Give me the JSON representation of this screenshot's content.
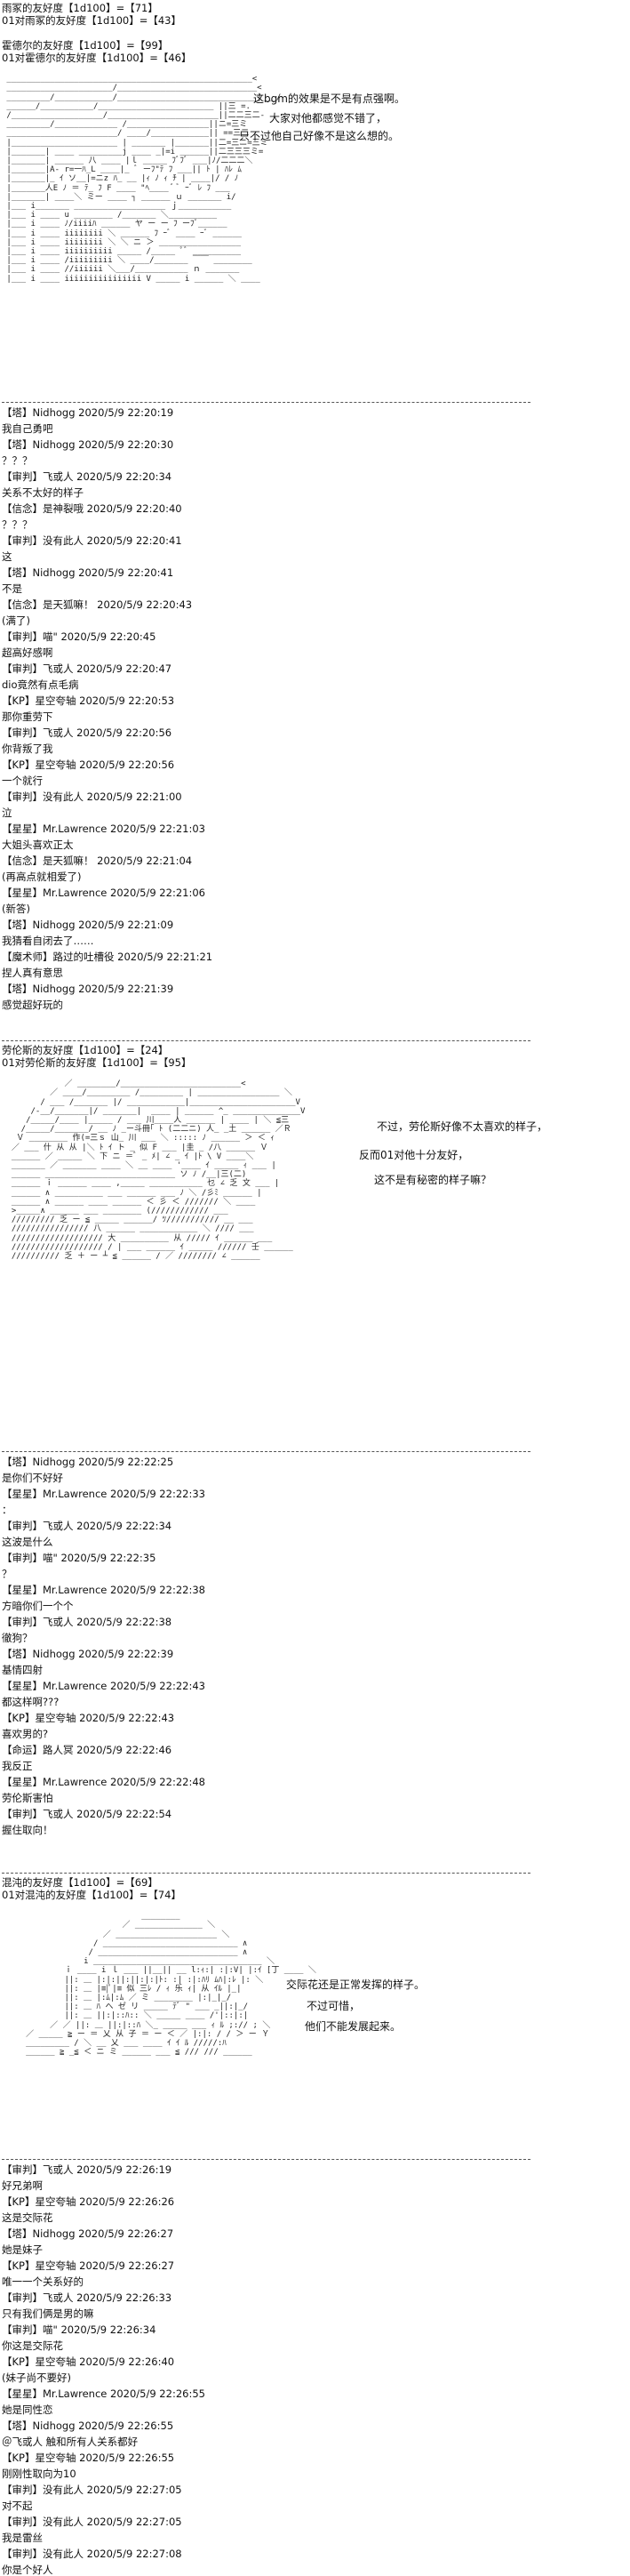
{
  "s1": {
    "header": [
      "雨冢的友好度【1d100】=【71】",
      "01对雨冢的友好度【1d100】=【43】",
      "",
      "霍德尔的友好度【1d100】=【99】",
      "01对霍德尔的友好度【1d100】=【46】"
    ],
    "captions": [
      "这bgm的效果是不是有点强啊。",
      "大家对他都感觉不错了，",
      "只不过他自己好像不是这么想的。"
    ],
    "log": [
      "【塔】Nidhogg 2020/5/9 22:20:19",
      "我自己勇吧",
      "【塔】Nidhogg 2020/5/9 22:20:30",
      "？？？",
      "【审判】飞或人 2020/5/9 22:20:34",
      "关系不太好的样子",
      "【信念】是神裂哦 2020/5/9 22:20:40",
      "？？？",
      "【审判】没有此人 2020/5/9 22:20:41",
      "这",
      "【塔】Nidhogg 2020/5/9 22:20:41",
      "不是",
      "【信念】是天狐嘛！ 2020/5/9 22:20:43",
      "(满了)",
      "【审判】喵\" 2020/5/9 22:20:45",
      "超高好感啊",
      "【审判】飞或人 2020/5/9 22:20:47",
      "dio竟然有点毛病",
      "【KP】星空夸轴 2020/5/9 22:20:53",
      "那你重劳下",
      "【审判】飞或人 2020/5/9 22:20:56",
      "你背叛了我",
      "【KP】星空夸轴 2020/5/9 22:20:56",
      "一个就行",
      "【审判】没有此人 2020/5/9 22:21:00",
      "泣",
      "【星星】Mr.Lawrence 2020/5/9 22:21:03",
      "大姐头喜欢正太",
      "【信念】是天狐嘛！ 2020/5/9 22:21:04",
      "(再高点就相爱了)",
      "【星星】Mr.Lawrence 2020/5/9 22:21:06",
      "(新答)",
      "【塔】Nidhogg 2020/5/9 22:21:09",
      "我猜看自闭去了……",
      "【魔术师】路过的吐槽役 2020/5/9 22:21:21",
      "捏人真有意思",
      "【塔】Nidhogg 2020/5/9 22:21:39",
      "感觉超好玩的"
    ]
  },
  "s2": {
    "header": [
      "劳伦斯的友好度【1d100】=【24】",
      "01对劳伦斯的友好度【1d100】=【95】"
    ],
    "captions": [
      "不过，劳伦斯好像不太喜欢的样子，",
      "反而01对他十分友好，",
      "这不是有秘密的样子嘛？"
    ],
    "log": [
      "【塔】Nidhogg 2020/5/9 22:22:25",
      "是你们不好好",
      "【星星】Mr.Lawrence 2020/5/9 22:22:33",
      "：",
      "【审判】飞或人 2020/5/9 22:22:34",
      "这波是什么",
      "【审判】喵\" 2020/5/9 22:22:35",
      "？",
      "【星星】Mr.Lawrence 2020/5/9 22:22:38",
      "方暗你们一个个",
      "【审判】飞或人 2020/5/9 22:22:38",
      "徹狗？",
      "【塔】Nidhogg 2020/5/9 22:22:39",
      "基情四射",
      "【星星】Mr.Lawrence 2020/5/9 22:22:43",
      "都这样啊???",
      "【KP】星空夸轴 2020/5/9 22:22:43",
      "喜欢男的?",
      "【命运】路人冥 2020/5/9 22:22:46",
      "我反正",
      "【星星】Mr.Lawrence 2020/5/9 22:22:48",
      "劳伦斯害怕",
      "【审判】飞或人 2020/5/9 22:22:54",
      "握住取向！"
    ]
  },
  "s3": {
    "header": [
      "混沌的友好度【1d100】=【69】",
      "01对混沌的友好度【1d100】=【74】"
    ],
    "captions": [
      "交际花还是正常发挥的样子。",
      "不过可惜，",
      "他们不能发展起来。"
    ],
    "log": [
      "【审判】飞或人 2020/5/9 22:26:19",
      "好兄弟啊",
      "【KP】星空夸轴 2020/5/9 22:26:26",
      "这是交际花",
      "【塔】Nidhogg 2020/5/9 22:26:27",
      "她是妹子",
      "【KP】星空夸轴 2020/5/9 22:26:27",
      "唯一一个关系好的",
      "【审判】飞或人 2020/5/9 22:26:33",
      "只有我们俩是男的嘛",
      "【审判】喵\" 2020/5/9 22:26:34",
      "你这是交际花",
      "【KP】星空夸轴 2020/5/9 22:26:40",
      "(妹子尚不要好)",
      "【星星】Mr.Lawrence 2020/5/9 22:26:55",
      "她是同性恋",
      "【塔】Nidhogg 2020/5/9 22:26:55",
      "＠飞或人 触和所有人关系都好",
      "【KP】星空夸轴 2020/5/9 22:26:55",
      "刚刚性取向为10",
      "【审判】没有此人 2020/5/9 22:27:05",
      "对不起",
      "【审判】没有此人 2020/5/9 22:27:05",
      "我是雷丝",
      "【审判】没有此人 2020/5/9 22:27:08",
      "你是个好人"
    ]
  }
}
